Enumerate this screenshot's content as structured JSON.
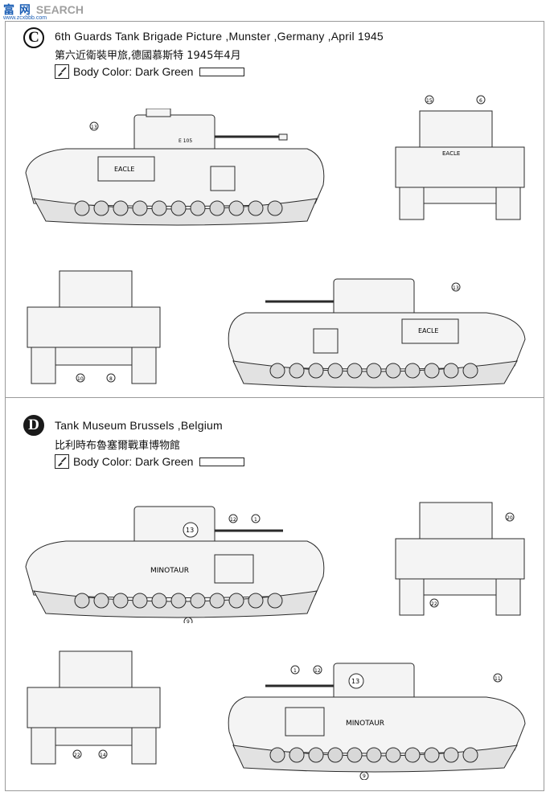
{
  "watermark": {
    "chars": "富 网",
    "search": "SEARCH",
    "url": "www.zcxbbb.com"
  },
  "scheme_c": {
    "letter": "C",
    "title_en": "6th Guards Tank Brigade Picture ,Munster ,Germany ,April 1945",
    "title_zh": "第六近衛裝甲旅,德國慕斯特 1945年4月",
    "body_color": "Body Color: Dark  Green",
    "hull_name": "EACLE",
    "hull_number": "E 105",
    "callouts": [
      "13",
      "15",
      "6",
      "10",
      "8"
    ]
  },
  "scheme_d": {
    "letter": "D",
    "title_en": "Tank Museum Brussels ,Belgium",
    "title_zh": "比利時布魯塞爾戰車博物館",
    "body_color": "Body Color: Dark  Green",
    "hull_name": "MINOTAUR",
    "turret_number": "13",
    "callouts": [
      "12",
      "1",
      "9",
      "20",
      "22",
      "14",
      "11"
    ]
  },
  "colors": {
    "line": "#2a2a2a",
    "hull": "#f4f4f4",
    "wheel": "#d8d8d8",
    "watermark_blue": "#1c5fb5"
  },
  "icons": [
    "brush-icon"
  ]
}
